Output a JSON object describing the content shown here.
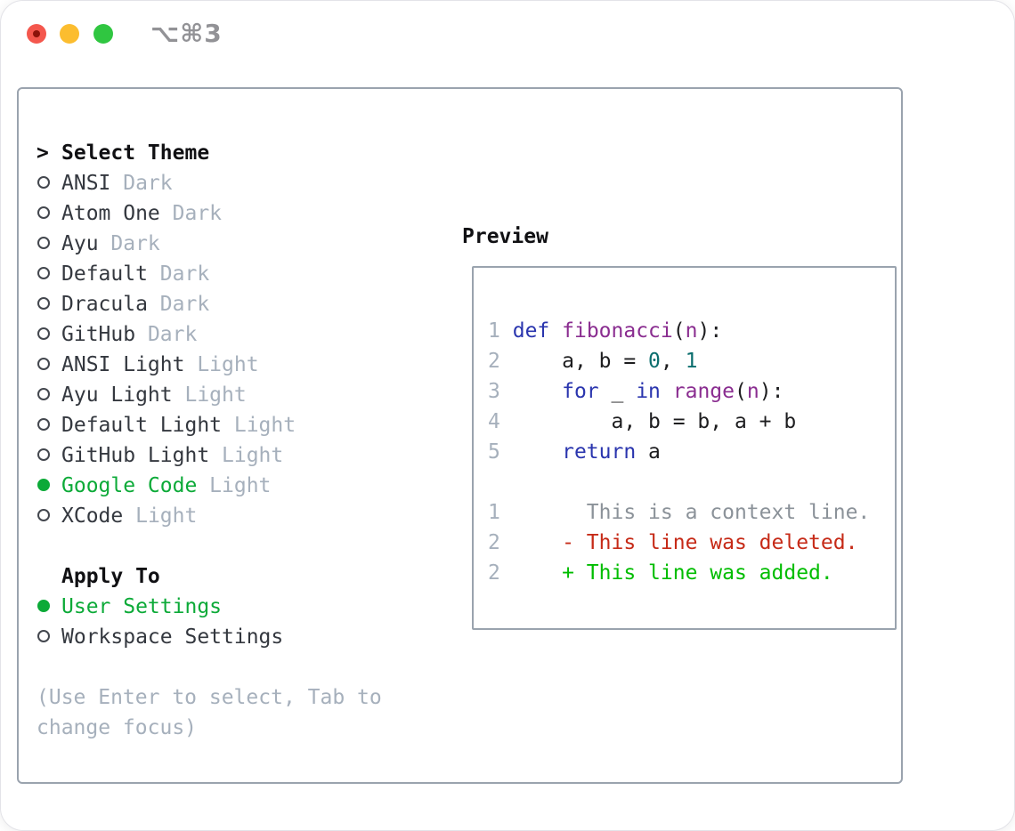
{
  "window": {
    "title": "⌥⌘3"
  },
  "icons": {
    "close": "red-circle-with-dot",
    "minimize": "yellow-circle",
    "zoom": "green-circle"
  },
  "theme_picker": {
    "pointer": ">",
    "header": "Select Theme",
    "themes": [
      {
        "name": "ANSI",
        "variant": "Dark",
        "selected": false
      },
      {
        "name": "Atom One",
        "variant": "Dark",
        "selected": false
      },
      {
        "name": "Ayu",
        "variant": "Dark",
        "selected": false
      },
      {
        "name": "Default",
        "variant": "Dark",
        "selected": false
      },
      {
        "name": "Dracula",
        "variant": "Dark",
        "selected": false
      },
      {
        "name": "GitHub",
        "variant": "Dark",
        "selected": false
      },
      {
        "name": "ANSI Light",
        "variant": "Light",
        "selected": false
      },
      {
        "name": "Ayu Light",
        "variant": "Light",
        "selected": false
      },
      {
        "name": "Default Light",
        "variant": "Light",
        "selected": false
      },
      {
        "name": "GitHub Light",
        "variant": "Light",
        "selected": false
      },
      {
        "name": "Google Code",
        "variant": "Light",
        "selected": true
      },
      {
        "name": "XCode",
        "variant": "Light",
        "selected": false
      }
    ],
    "apply_to_label": "Apply To",
    "apply_options": [
      {
        "name": "User Settings",
        "selected": true
      },
      {
        "name": "Workspace Settings",
        "selected": false
      }
    ],
    "help": "(Use Enter to select, Tab to change focus)"
  },
  "preview": {
    "label": "Preview",
    "code_lines": [
      {
        "num": "1",
        "tokens": [
          {
            "t": " ",
            "c": "pln"
          },
          {
            "t": "def",
            "c": "kw"
          },
          {
            "t": " ",
            "c": "pln"
          },
          {
            "t": "fibonacci",
            "c": "typ"
          },
          {
            "t": "(",
            "c": "pln"
          },
          {
            "t": "n",
            "c": "typ"
          },
          {
            "t": "):",
            "c": "pln"
          }
        ]
      },
      {
        "num": "2",
        "tokens": [
          {
            "t": "     a, b = ",
            "c": "pln"
          },
          {
            "t": "0",
            "c": "lit"
          },
          {
            "t": ", ",
            "c": "pln"
          },
          {
            "t": "1",
            "c": "lit"
          }
        ]
      },
      {
        "num": "3",
        "tokens": [
          {
            "t": "     ",
            "c": "pln"
          },
          {
            "t": "for",
            "c": "kw"
          },
          {
            "t": " _ ",
            "c": "pln"
          },
          {
            "t": "in",
            "c": "kw"
          },
          {
            "t": " ",
            "c": "pln"
          },
          {
            "t": "range",
            "c": "typ"
          },
          {
            "t": "(",
            "c": "pln"
          },
          {
            "t": "n",
            "c": "typ"
          },
          {
            "t": "):",
            "c": "pln"
          }
        ]
      },
      {
        "num": "4",
        "tokens": [
          {
            "t": "         a, b = b, a + b",
            "c": "pln"
          }
        ]
      },
      {
        "num": "5",
        "tokens": [
          {
            "t": "     ",
            "c": "pln"
          },
          {
            "t": "return",
            "c": "kw"
          },
          {
            "t": " a",
            "c": "pln"
          }
        ]
      }
    ],
    "diff_lines": [
      {
        "num": "1",
        "marker": "",
        "text": "This is a context line.",
        "kind": "context"
      },
      {
        "num": "2",
        "marker": "-",
        "text": "This line was deleted.",
        "kind": "deleted"
      },
      {
        "num": "2",
        "marker": "+",
        "text": "This line was added.",
        "kind": "added"
      }
    ]
  },
  "colors": {
    "keyword_blue": "#2a35ae",
    "type_purple": "#8a2d90",
    "literal_teal": "#0b6e6e",
    "plain": "#1d1d1f",
    "line_number_gray": "#a6b0bc",
    "context_gray": "#8b9299",
    "diff_deleted": "#c62a17",
    "diff_added": "#00bd00",
    "selected_green": "#0caa38",
    "muted_gray": "#a6b0bc",
    "panel_border_gray": "#9aa3ae",
    "traffic_red": "#f4574d",
    "traffic_yellow": "#fcbd2f",
    "traffic_green": "#30c641"
  }
}
